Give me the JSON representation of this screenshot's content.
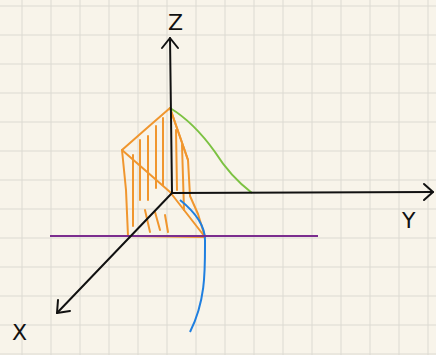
{
  "diagram": {
    "labels": [
      "Z",
      "Y",
      "X"
    ]
  }
}
